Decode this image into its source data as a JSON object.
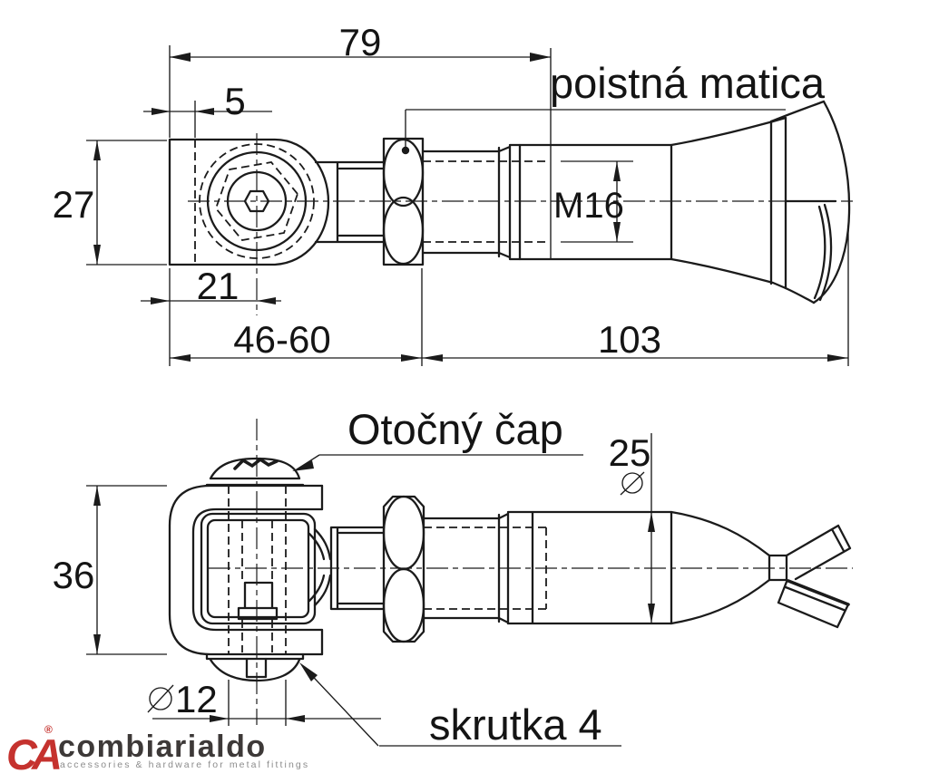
{
  "drawing_labels": {
    "lock_nut": "poistná matica",
    "pivot_pin": "Otočný čap",
    "screw": "skrutka 4",
    "thread_size": "M16"
  },
  "dimensions": {
    "rod_length": "79",
    "plate_thickness": "5",
    "eye_height": "27",
    "eye_center_offset": "21",
    "adjustable_range": "46-60",
    "sleeve_length": "103",
    "bracket_height": "36",
    "pin_diameter": "12",
    "sleeve_diameter": "25"
  },
  "logo": {
    "monogram": "CA",
    "registered_mark": "®",
    "brand_name": "combiarialdo",
    "tagline": "accessories & hardware for metal fittings"
  },
  "colors": {
    "background": "#ffffff",
    "line": "#1b1b1b",
    "logo_red": "#c5322e",
    "logo_dark": "#3d3938",
    "logo_gray": "#8c8c8c"
  }
}
